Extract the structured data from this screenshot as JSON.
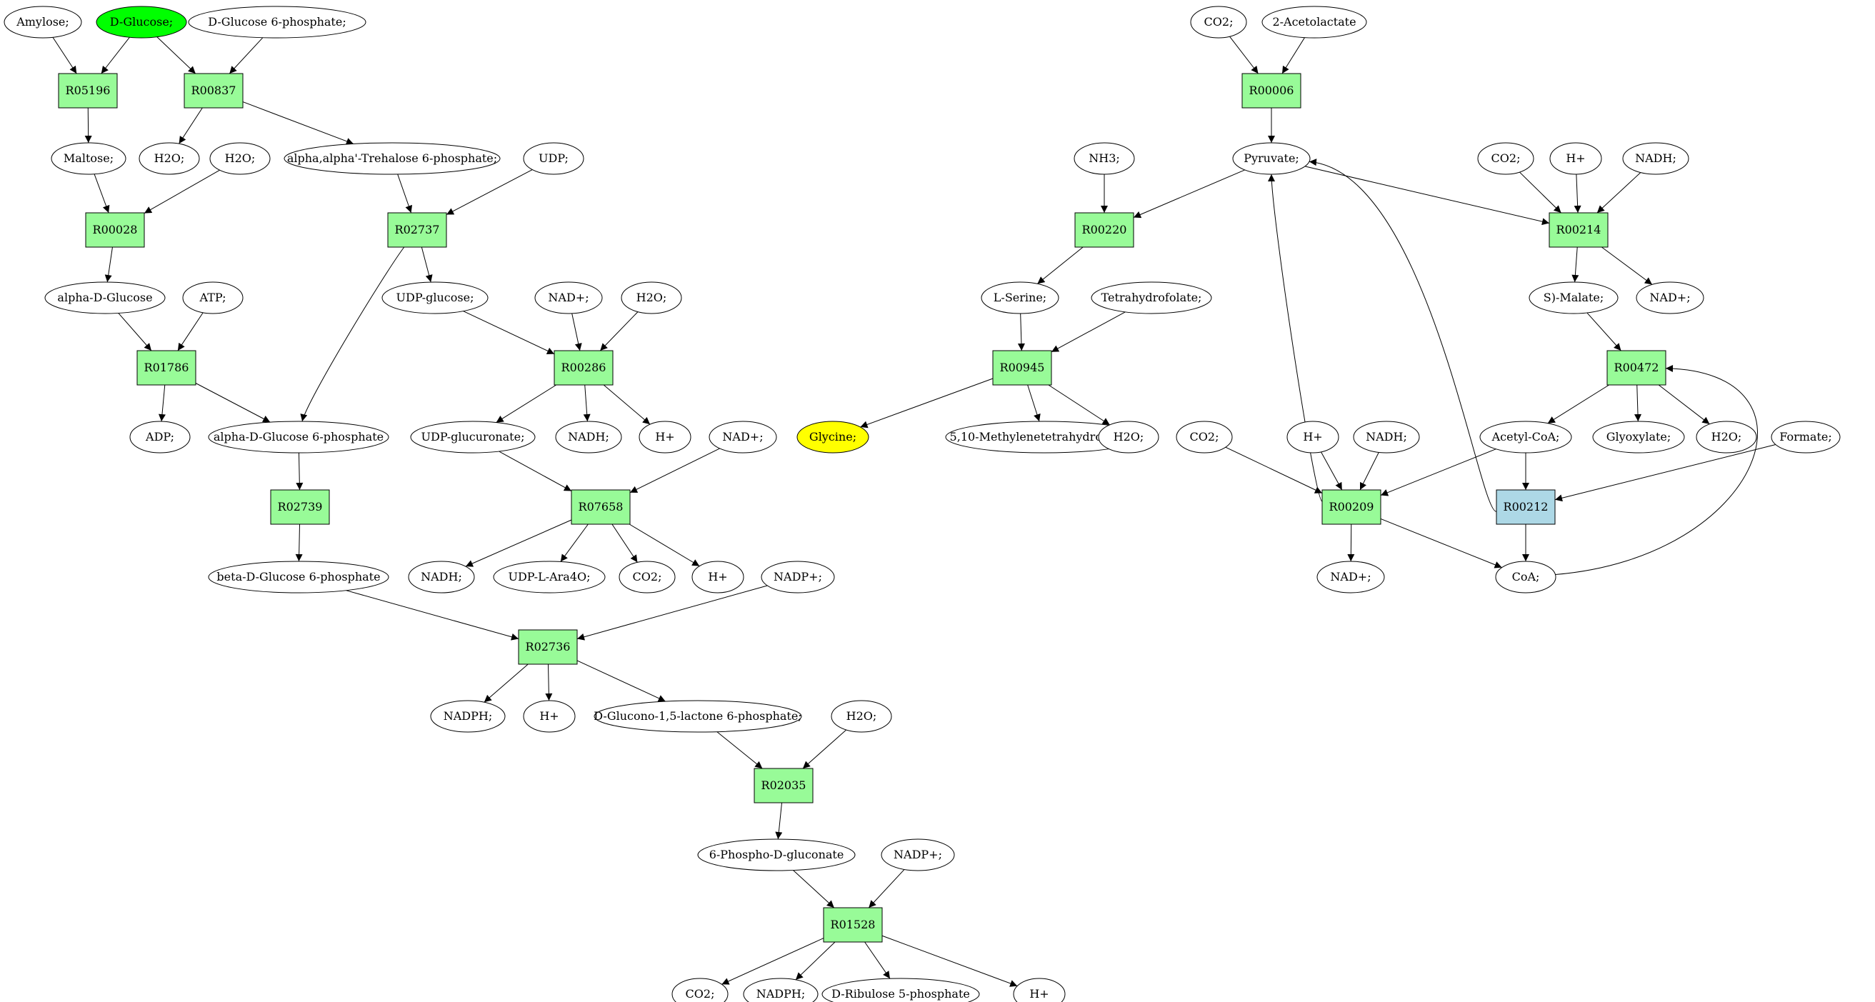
{
  "colors": {
    "reaction": "#98fb98",
    "reaction_alt": "#add8e6",
    "metabolite": "#ffffff",
    "source": "#00ff00",
    "target": "#ffff00",
    "stroke": "#000000"
  },
  "nodes": [
    {
      "id": "m_amylose",
      "kind": "metabolite",
      "label": "Amylose;"
    },
    {
      "id": "m_dglucose",
      "kind": "metabolite",
      "label": "D-Glucose;",
      "style": "source"
    },
    {
      "id": "m_dg6p_top",
      "kind": "metabolite",
      "label": "D-Glucose 6-phosphate;"
    },
    {
      "id": "r_R05196",
      "kind": "reaction",
      "label": "R05196"
    },
    {
      "id": "r_R00837",
      "kind": "reaction",
      "label": "R00837"
    },
    {
      "id": "m_maltose",
      "kind": "metabolite",
      "label": "Maltose;"
    },
    {
      "id": "m_h2o_1",
      "kind": "metabolite",
      "label": "H2O;"
    },
    {
      "id": "m_h2o_2",
      "kind": "metabolite",
      "label": "H2O;"
    },
    {
      "id": "m_trehalose6p",
      "kind": "metabolite",
      "label": "alpha,alpha'-Trehalose 6-phosphate;"
    },
    {
      "id": "m_udp",
      "kind": "metabolite",
      "label": "UDP;"
    },
    {
      "id": "r_R00028",
      "kind": "reaction",
      "label": "R00028"
    },
    {
      "id": "r_R02737",
      "kind": "reaction",
      "label": "R02737"
    },
    {
      "id": "m_alpha_dglucose",
      "kind": "metabolite",
      "label": "alpha-D-Glucose"
    },
    {
      "id": "m_atp",
      "kind": "metabolite",
      "label": "ATP;"
    },
    {
      "id": "m_udp_glucose",
      "kind": "metabolite",
      "label": "UDP-glucose;"
    },
    {
      "id": "m_nadp_plus_1",
      "kind": "metabolite",
      "label": "NAD+;"
    },
    {
      "id": "m_h2o_3",
      "kind": "metabolite",
      "label": "H2O;"
    },
    {
      "id": "r_R01786",
      "kind": "reaction",
      "label": "R01786"
    },
    {
      "id": "r_R00286",
      "kind": "reaction",
      "label": "R00286"
    },
    {
      "id": "m_adp",
      "kind": "metabolite",
      "label": "ADP;"
    },
    {
      "id": "m_adg6p",
      "kind": "metabolite",
      "label": "alpha-D-Glucose 6-phosphate"
    },
    {
      "id": "m_udp_glucuronate",
      "kind": "metabolite",
      "label": "UDP-glucuronate;"
    },
    {
      "id": "m_nadh_1",
      "kind": "metabolite",
      "label": "NADH;"
    },
    {
      "id": "m_hplus_1",
      "kind": "metabolite",
      "label": "H+"
    },
    {
      "id": "m_nad_plus_2",
      "kind": "metabolite",
      "label": "NAD+;"
    },
    {
      "id": "r_R02739",
      "kind": "reaction",
      "label": "R02739"
    },
    {
      "id": "r_R07658",
      "kind": "reaction",
      "label": "R07658"
    },
    {
      "id": "m_bdg6p",
      "kind": "metabolite",
      "label": "beta-D-Glucose 6-phosphate"
    },
    {
      "id": "m_nadh_2",
      "kind": "metabolite",
      "label": "NADH;"
    },
    {
      "id": "m_udp_ara4o",
      "kind": "metabolite",
      "label": "UDP-L-Ara4O;"
    },
    {
      "id": "m_co2_1",
      "kind": "metabolite",
      "label": "CO2;"
    },
    {
      "id": "m_hplus_2",
      "kind": "metabolite",
      "label": "H+"
    },
    {
      "id": "m_nadp_1",
      "kind": "metabolite",
      "label": "NADP+;"
    },
    {
      "id": "r_R02736",
      "kind": "reaction",
      "label": "R02736"
    },
    {
      "id": "m_nadph_1",
      "kind": "metabolite",
      "label": "NADPH;"
    },
    {
      "id": "m_hplus_3",
      "kind": "metabolite",
      "label": "H+"
    },
    {
      "id": "m_dglucono",
      "kind": "metabolite",
      "label": "D-Glucono-1,5-lactone 6-phosphate;"
    },
    {
      "id": "m_h2o_4",
      "kind": "metabolite",
      "label": "H2O;"
    },
    {
      "id": "r_R02035",
      "kind": "reaction",
      "label": "R02035"
    },
    {
      "id": "m_6pgluconate",
      "kind": "metabolite",
      "label": "6-Phospho-D-gluconate"
    },
    {
      "id": "m_nadp_2",
      "kind": "metabolite",
      "label": "NADP+;"
    },
    {
      "id": "r_R01528",
      "kind": "reaction",
      "label": "R01528"
    },
    {
      "id": "m_co2_2",
      "kind": "metabolite",
      "label": "CO2;"
    },
    {
      "id": "m_nadph_2",
      "kind": "metabolite",
      "label": "NADPH;"
    },
    {
      "id": "m_ribulose5p",
      "kind": "metabolite",
      "label": "D-Ribulose 5-phosphate"
    },
    {
      "id": "m_hplus_4",
      "kind": "metabolite",
      "label": "H+"
    },
    {
      "id": "m_co2_3",
      "kind": "metabolite",
      "label": "CO2;"
    },
    {
      "id": "m_acetolactate",
      "kind": "metabolite",
      "label": "2-Acetolactate"
    },
    {
      "id": "r_R00006",
      "kind": "reaction",
      "label": "R00006"
    },
    {
      "id": "m_nh3",
      "kind": "metabolite",
      "label": "NH3;"
    },
    {
      "id": "m_pyruvate",
      "kind": "metabolite",
      "label": "Pyruvate;"
    },
    {
      "id": "m_co2_4",
      "kind": "metabolite",
      "label": "CO2;"
    },
    {
      "id": "m_hplus_5",
      "kind": "metabolite",
      "label": "H+"
    },
    {
      "id": "m_nadh_3",
      "kind": "metabolite",
      "label": "NADH;"
    },
    {
      "id": "r_R00220",
      "kind": "reaction",
      "label": "R00220"
    },
    {
      "id": "r_R00214",
      "kind": "reaction",
      "label": "R00214"
    },
    {
      "id": "m_lserine",
      "kind": "metabolite",
      "label": "L-Serine;"
    },
    {
      "id": "m_thf",
      "kind": "metabolite",
      "label": "Tetrahydrofolate;"
    },
    {
      "id": "m_smalate",
      "kind": "metabolite",
      "label": "S)-Malate;"
    },
    {
      "id": "m_nad_plus_3",
      "kind": "metabolite",
      "label": "NAD+;"
    },
    {
      "id": "r_R00945",
      "kind": "reaction",
      "label": "R00945"
    },
    {
      "id": "r_R00472",
      "kind": "reaction",
      "label": "R00472"
    },
    {
      "id": "m_glycine",
      "kind": "metabolite",
      "label": "Glycine;",
      "style": "target"
    },
    {
      "id": "m_methylene_thf",
      "kind": "metabolite",
      "label": "5,10-Methylenetetrahydrofolate;"
    },
    {
      "id": "m_h2o_5",
      "kind": "metabolite",
      "label": "H2O;"
    },
    {
      "id": "m_co2_5",
      "kind": "metabolite",
      "label": "CO2;"
    },
    {
      "id": "m_hplus_6",
      "kind": "metabolite",
      "label": "H+"
    },
    {
      "id": "m_nadh_4",
      "kind": "metabolite",
      "label": "NADH;"
    },
    {
      "id": "m_acetylcoa",
      "kind": "metabolite",
      "label": "Acetyl-CoA;"
    },
    {
      "id": "m_glyoxylate",
      "kind": "metabolite",
      "label": "Glyoxylate;"
    },
    {
      "id": "m_h2o_6",
      "kind": "metabolite",
      "label": "H2O;"
    },
    {
      "id": "m_formate",
      "kind": "metabolite",
      "label": "Formate;"
    },
    {
      "id": "r_R00209",
      "kind": "reaction",
      "label": "R00209"
    },
    {
      "id": "r_R00212",
      "kind": "reaction",
      "label": "R00212",
      "style": "alt"
    },
    {
      "id": "m_nad_plus_4",
      "kind": "metabolite",
      "label": "NAD+;"
    },
    {
      "id": "m_coa",
      "kind": "metabolite",
      "label": "CoA;"
    }
  ],
  "edges": [
    [
      "m_amylose",
      "r_R05196"
    ],
    [
      "m_dglucose",
      "r_R05196"
    ],
    [
      "m_dglucose",
      "r_R00837"
    ],
    [
      "m_dg6p_top",
      "r_R00837"
    ],
    [
      "r_R05196",
      "m_maltose"
    ],
    [
      "r_R00837",
      "m_h2o_1"
    ],
    [
      "r_R00837",
      "m_trehalose6p"
    ],
    [
      "m_maltose",
      "r_R00028"
    ],
    [
      "m_h2o_2",
      "r_R00028"
    ],
    [
      "m_trehalose6p",
      "r_R02737"
    ],
    [
      "m_udp",
      "r_R02737"
    ],
    [
      "r_R00028",
      "m_alpha_dglucose"
    ],
    [
      "r_R02737",
      "m_udp_glucose"
    ],
    [
      "r_R02737",
      "m_adg6p"
    ],
    [
      "m_alpha_dglucose",
      "r_R01786"
    ],
    [
      "m_atp",
      "r_R01786"
    ],
    [
      "m_udp_glucose",
      "r_R00286"
    ],
    [
      "m_nadp_plus_1",
      "r_R00286"
    ],
    [
      "m_h2o_3",
      "r_R00286"
    ],
    [
      "r_R01786",
      "m_adp"
    ],
    [
      "r_R01786",
      "m_adg6p"
    ],
    [
      "r_R00286",
      "m_udp_glucuronate"
    ],
    [
      "r_R00286",
      "m_nadh_1"
    ],
    [
      "r_R00286",
      "m_hplus_1"
    ],
    [
      "m_adg6p",
      "r_R02739"
    ],
    [
      "m_udp_glucuronate",
      "r_R07658"
    ],
    [
      "m_nad_plus_2",
      "r_R07658"
    ],
    [
      "r_R02739",
      "m_bdg6p"
    ],
    [
      "r_R07658",
      "m_nadh_2"
    ],
    [
      "r_R07658",
      "m_udp_ara4o"
    ],
    [
      "r_R07658",
      "m_co2_1"
    ],
    [
      "r_R07658",
      "m_hplus_2"
    ],
    [
      "m_bdg6p",
      "r_R02736"
    ],
    [
      "m_nadp_1",
      "r_R02736"
    ],
    [
      "r_R02736",
      "m_nadph_1"
    ],
    [
      "r_R02736",
      "m_hplus_3"
    ],
    [
      "r_R02736",
      "m_dglucono"
    ],
    [
      "m_dglucono",
      "r_R02035"
    ],
    [
      "m_h2o_4",
      "r_R02035"
    ],
    [
      "r_R02035",
      "m_6pgluconate"
    ],
    [
      "m_6pgluconate",
      "r_R01528"
    ],
    [
      "m_nadp_2",
      "r_R01528"
    ],
    [
      "r_R01528",
      "m_co2_2"
    ],
    [
      "r_R01528",
      "m_nadph_2"
    ],
    [
      "r_R01528",
      "m_ribulose5p"
    ],
    [
      "r_R01528",
      "m_hplus_4"
    ],
    [
      "m_co2_3",
      "r_R00006"
    ],
    [
      "m_acetolactate",
      "r_R00006"
    ],
    [
      "r_R00006",
      "m_pyruvate"
    ],
    [
      "m_nh3",
      "r_R00220"
    ],
    [
      "m_pyruvate",
      "r_R00220"
    ],
    [
      "m_pyruvate",
      "r_R00214"
    ],
    [
      "m_co2_4",
      "r_R00214"
    ],
    [
      "m_hplus_5",
      "r_R00214"
    ],
    [
      "m_nadh_3",
      "r_R00214"
    ],
    [
      "r_R00220",
      "m_lserine"
    ],
    [
      "r_R00214",
      "m_smalate"
    ],
    [
      "r_R00214",
      "m_nad_plus_3"
    ],
    [
      "m_lserine",
      "r_R00945"
    ],
    [
      "m_thf",
      "r_R00945"
    ],
    [
      "m_smalate",
      "r_R00472"
    ],
    [
      "r_R00945",
      "m_glycine"
    ],
    [
      "r_R00945",
      "m_methylene_thf"
    ],
    [
      "r_R00945",
      "m_h2o_5"
    ],
    [
      "r_R00472",
      "m_acetylcoa"
    ],
    [
      "r_R00472",
      "m_glyoxylate"
    ],
    [
      "r_R00472",
      "m_h2o_6"
    ],
    [
      "m_co2_5",
      "r_R00209"
    ],
    [
      "m_hplus_6",
      "r_R00209"
    ],
    [
      "m_nadh_4",
      "r_R00209"
    ],
    [
      "m_acetylcoa",
      "r_R00209"
    ],
    [
      "m_acetylcoa",
      "r_R00212"
    ],
    [
      "m_formate",
      "r_R00212"
    ],
    [
      "r_R00209",
      "m_pyruvate"
    ],
    [
      "r_R00209",
      "m_nad_plus_4"
    ],
    [
      "r_R00209",
      "m_coa"
    ],
    [
      "r_R00212",
      "m_coa"
    ],
    [
      "r_R00212",
      "m_pyruvate"
    ],
    [
      "m_coa",
      "r_R00472"
    ]
  ]
}
